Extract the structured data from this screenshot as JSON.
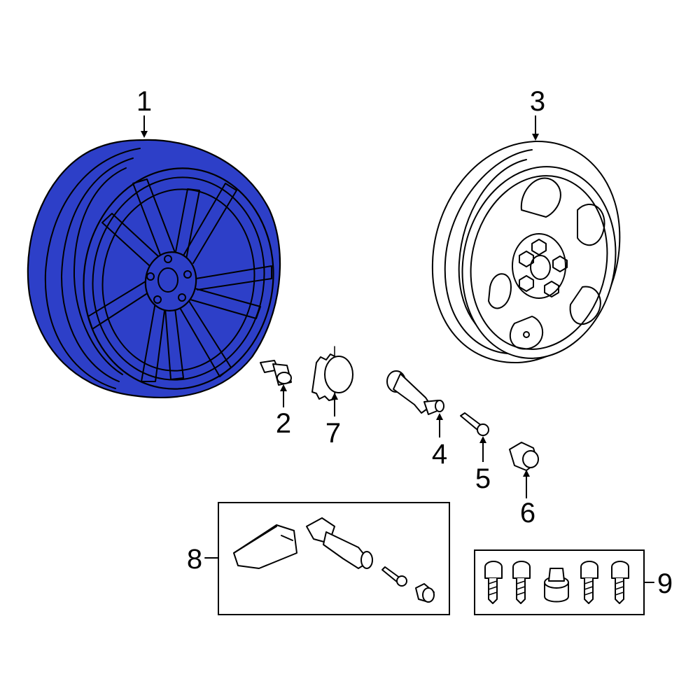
{
  "colors": {
    "highlight": "#2d3fc8",
    "outline": "#000000",
    "background": "#ffffff"
  },
  "callouts": {
    "c1": "1",
    "c2": "2",
    "c3": "3",
    "c4": "4",
    "c5": "5",
    "c6": "6",
    "c7": "7",
    "c8": "8",
    "c9": "9"
  }
}
